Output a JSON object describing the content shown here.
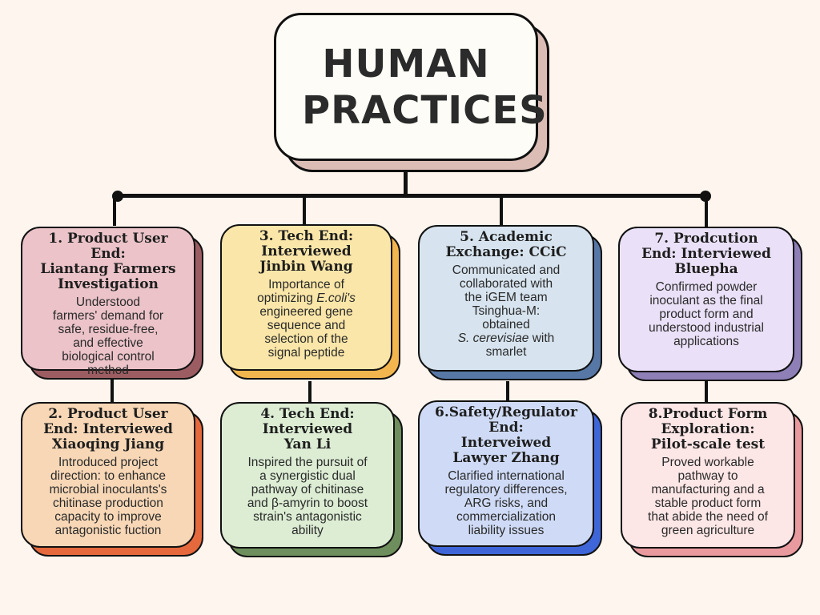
{
  "title": "HUMAN PRACTICES",
  "nodes": [
    {
      "heading": "1. Product User End:\nLiantang Farmers\nInvestigation",
      "body": "Understood\nfarmers' demand for\nsafe, residue-free,\nand effective\nbiological control\nmethod",
      "face": "#ebc3c8",
      "shadow": "#9c5d62"
    },
    {
      "heading": "2. Product User\nEnd: Interviewed\nXiaoqing Jiang",
      "body": "Introduced project\ndirection: to enhance\nmicrobial inoculants's\nchitinase production\ncapacity to improve\nantagonistic fuction",
      "face": "#f7d7b6",
      "shadow": "#e5693d"
    },
    {
      "heading": "3. Tech End:\nInterviewed\nJinbin Wang",
      "body_parts": [
        "Importance of\noptimizing ",
        "E.coli's",
        "\nengineered gene\nsequence and\nselection of the\nsignal peptide"
      ],
      "face": "#fae6a8",
      "shadow": "#f3b64f"
    },
    {
      "heading": "4. Tech End:\nInterviewed\nYan Li",
      "body": "Inspired the pursuit of\na synergistic dual\npathway of chitinase\nand β-amyrin to boost\nstrain's antagonistic\nability",
      "face": "#dcedd4",
      "shadow": "#6e8f5d"
    },
    {
      "heading": "5. Academic\nExchange: CCiC",
      "body_parts": [
        "Communicated and\ncollaborated with\nthe iGEM team\nTsinghua-M:\nobtained\n",
        "S. cerevisiae",
        " with\nsmarlet"
      ],
      "face": "#d7e4ef",
      "shadow": "#5778a6"
    },
    {
      "heading": "6.Safety/Regulator\nEnd:\nInterveiwed\nLawyer Zhang",
      "body": "Clarified international\nregulatory differences,\nARG risks, and\ncommercialization\nliability issues",
      "face": "#cfdbf6",
      "shadow": "#3f66d8"
    },
    {
      "heading": "7. Prodcution\nEnd: Interviewed\nBluepha",
      "body": "Confirmed powder\ninoculant as the final\nproduct form and\nunderstood industrial\napplications",
      "face": "#eae0f7",
      "shadow": "#8e7fb7"
    },
    {
      "heading": "8.Product Form\nExploration:\nPilot-scale test",
      "body": "Proved workable\npathway to\nmanufacturing and a\nstable product form\nthat abide the need of\ngreen agriculture",
      "face": "#fde6e6",
      "shadow": "#e99a9e"
    }
  ],
  "colors": {
    "background": "#fdf5ee",
    "line": "#111111",
    "title_face": "#fefcf6",
    "title_shadow": "#dcbdb6"
  }
}
